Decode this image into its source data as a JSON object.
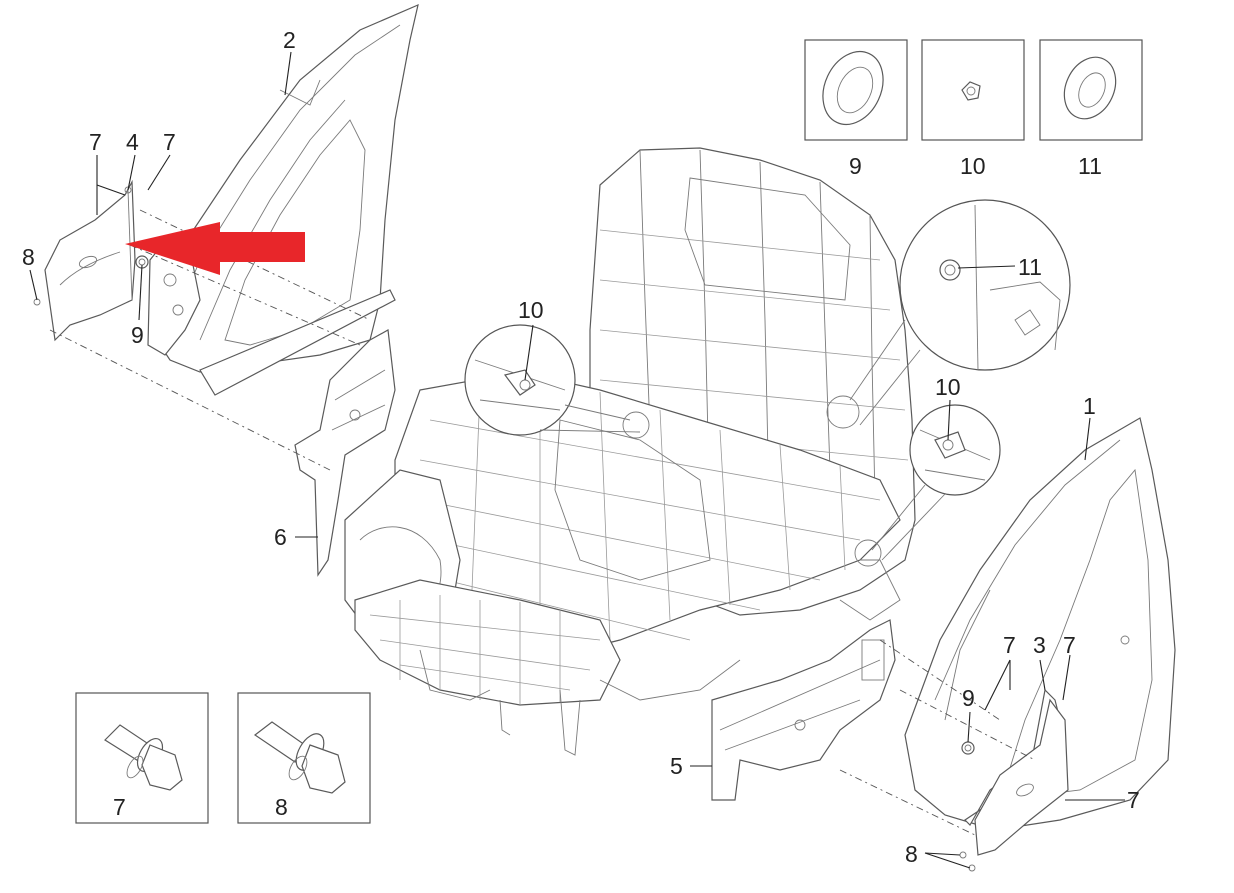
{
  "diagram": {
    "callouts": [
      {
        "id": "c-2",
        "text": "2"
      },
      {
        "id": "c-7a",
        "text": "7"
      },
      {
        "id": "c-4",
        "text": "4"
      },
      {
        "id": "c-7b",
        "text": "7"
      },
      {
        "id": "c-8a",
        "text": "8"
      },
      {
        "id": "c-9a",
        "text": "9"
      },
      {
        "id": "c-10a",
        "text": "10"
      },
      {
        "id": "c-6",
        "text": "6"
      },
      {
        "id": "c-11",
        "text": "11"
      },
      {
        "id": "c-10b",
        "text": "10"
      },
      {
        "id": "c-1",
        "text": "1"
      },
      {
        "id": "c-7c",
        "text": "7"
      },
      {
        "id": "c-3",
        "text": "3"
      },
      {
        "id": "c-7d",
        "text": "7"
      },
      {
        "id": "c-9b",
        "text": "9"
      },
      {
        "id": "c-5",
        "text": "5"
      },
      {
        "id": "c-7e",
        "text": "7"
      },
      {
        "id": "c-8b",
        "text": "8"
      }
    ],
    "inset_boxes": [
      {
        "id": "box-9",
        "label": "9"
      },
      {
        "id": "box-10",
        "label": "10"
      },
      {
        "id": "box-11",
        "label": "11"
      },
      {
        "id": "box-7",
        "label": "7"
      },
      {
        "id": "box-8",
        "label": "8"
      }
    ],
    "colors": {
      "arrow": "#e8262a",
      "line": "#5a5a5a",
      "text": "#222222"
    },
    "icons": [
      "red-arrow-icon"
    ]
  }
}
